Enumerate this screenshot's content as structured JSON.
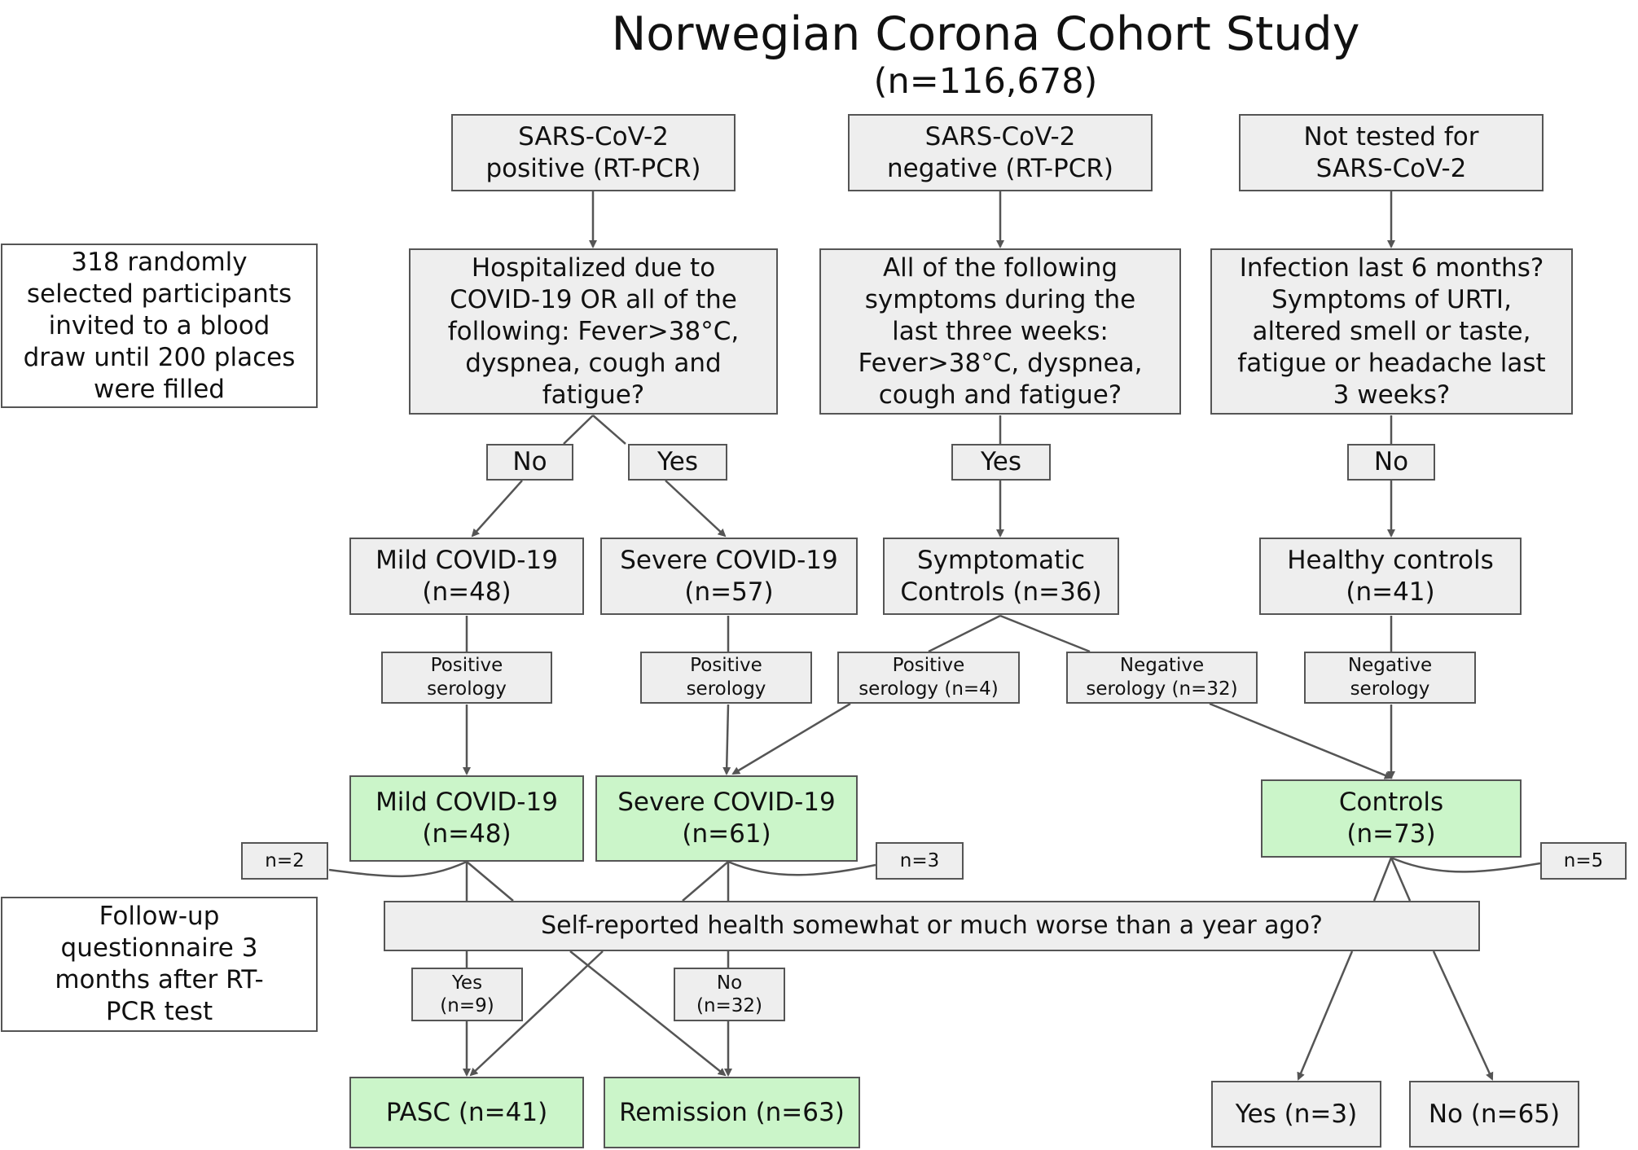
{
  "title": "Norwegian Corona Cohort Study",
  "subtitle": "(n=116,678)",
  "colors": {
    "box_gray": "#eeeeee",
    "box_green": "#cbf5c9",
    "box_white": "#ffffff",
    "stroke": "#555555"
  },
  "side_notes": {
    "blood_draw": "318 randomly selected participants invited to a blood draw until 200 places were filled",
    "follow_up": "Follow-up questionnaire 3 months after RT-PCR test"
  },
  "tests": {
    "positive": "SARS-CoV-2\npositive (RT-PCR)",
    "negative": "SARS-CoV-2\nnegative (RT-PCR)",
    "not_tested": "Not tested for\nSARS-CoV-2"
  },
  "questions": {
    "hospitalized": "Hospitalized due to COVID-19 OR all of the following: Fever>38°C, dyspnea, cough and fatigue?",
    "symptoms": "All of the following symptoms during the last three weeks: Fever>38°C, dyspnea, cough and fatigue?",
    "infection": "Infection last 6 months? Symptoms of URTI, altered smell or taste, fatigue or headache last 3 weeks?"
  },
  "answers": {
    "no_left": "No",
    "yes_left": "Yes",
    "yes_mid": "Yes",
    "no_right": "No"
  },
  "groups": {
    "mild": "Mild COVID-19\n(n=48)",
    "severe": "Severe COVID-19\n(n=57)",
    "symptomatic": "Symptomatic\nControls (n=36)",
    "healthy": "Healthy controls\n(n=41)"
  },
  "serology": {
    "mild_pos": "Positive\nserology",
    "severe_pos": "Positive\nserology",
    "symp_pos": "Positive\nserology (n=4)",
    "symp_neg": "Negative\nserology (n=32)",
    "healthy_neg": "Negative\nserology"
  },
  "final_groups": {
    "mild": "Mild COVID-19\n(n=48)",
    "severe": "Severe COVID-19\n(n=61)",
    "controls": "Controls\n(n=73)"
  },
  "dropouts": {
    "mild": "n=2",
    "severe": "n=3",
    "controls": "n=5"
  },
  "health_question": "Self-reported health somewhat or much worse than a year ago?",
  "health_answers": {
    "yes": "Yes\n(n=9)",
    "no": "No\n(n=32)"
  },
  "outcomes": {
    "pasc": "PASC (n=41)",
    "remission": "Remission (n=63)",
    "yes": "Yes (n=3)",
    "no": "No (n=65)"
  }
}
